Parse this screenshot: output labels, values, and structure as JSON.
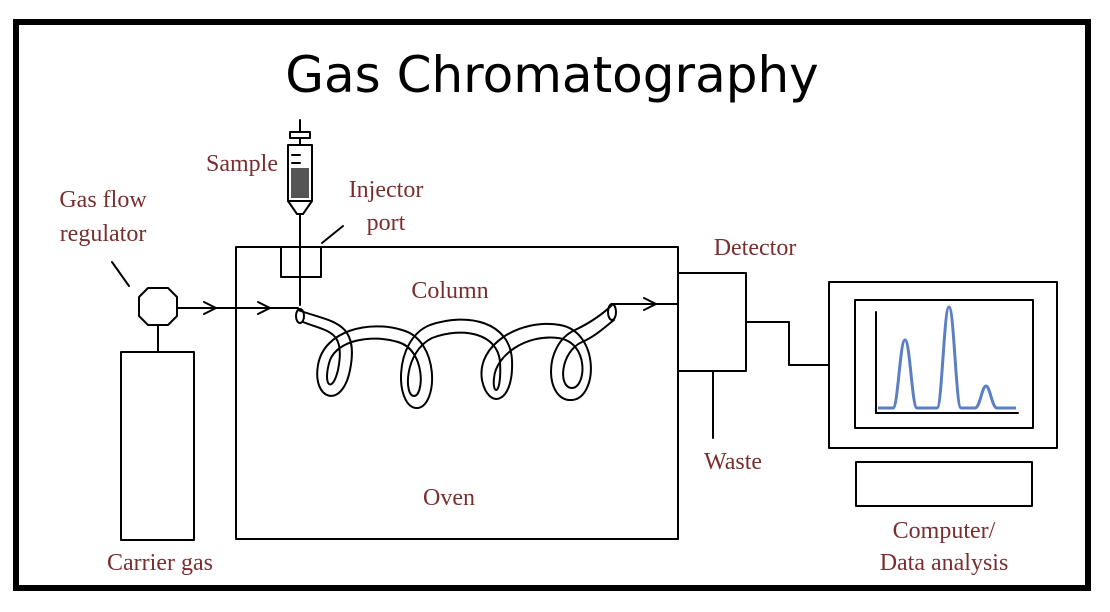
{
  "title": "Gas Chromatography",
  "labels": {
    "sample": "Sample",
    "injector_port_line1": "Injector",
    "injector_port_line2": "port",
    "gas_flow_line1": "Gas flow",
    "gas_flow_line2": "regulator",
    "column": "Column",
    "detector": "Detector",
    "waste": "Waste",
    "oven": "Oven",
    "carrier_gas": "Carrier gas",
    "computer_line1": "Computer/",
    "computer_line2": "Data analysis"
  },
  "colors": {
    "label": "#7a2f2f",
    "line": "#000000",
    "chromatogram": "#5b7fc0",
    "border": "#000000"
  }
}
